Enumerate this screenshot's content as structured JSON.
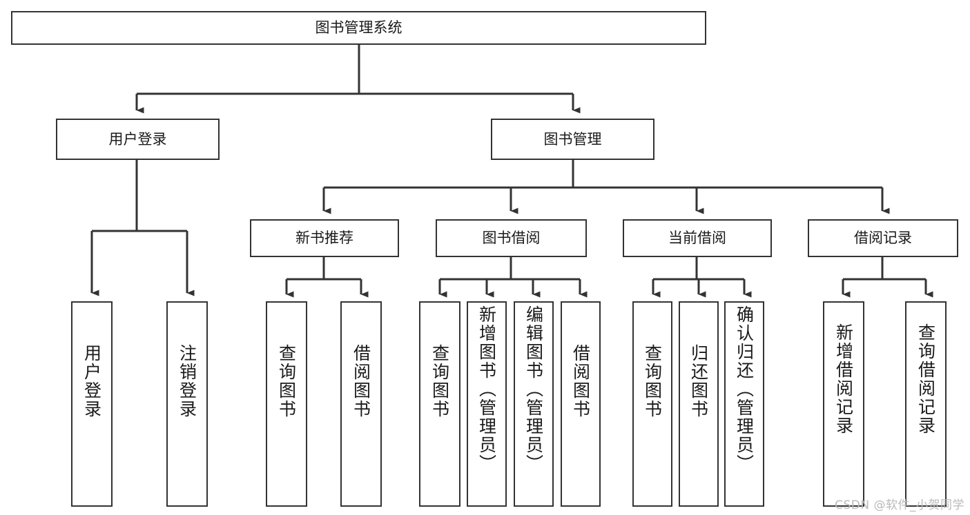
{
  "diagram": {
    "type": "tree-hierarchy",
    "title": "图书管理系统",
    "watermark": "CSDN @软件_小贺同学",
    "colors": {
      "box_border": "#333333",
      "box_fill": "#ffffff",
      "connector": "#333333",
      "text": "#1a1a1a",
      "watermark": "#b9b9b9"
    },
    "levels": {
      "root": {
        "label": "图书管理系统"
      },
      "level2": [
        {
          "label": "用户登录"
        },
        {
          "label": "图书管理"
        }
      ],
      "level3": [
        {
          "label": "新书推荐"
        },
        {
          "label": "图书借阅"
        },
        {
          "label": "当前借阅"
        },
        {
          "label": "借阅记录"
        }
      ],
      "leaves": {
        "user_login": [
          {
            "label": "用户登录"
          },
          {
            "label": "注销登录"
          }
        ],
        "new_book": [
          {
            "label": "查询图书"
          },
          {
            "label": "借阅图书"
          }
        ],
        "book_borrow": [
          {
            "label": "查询图书"
          },
          {
            "label": "新增图书（管理员）"
          },
          {
            "label": "编辑图书（管理员）"
          },
          {
            "label": "借阅图书"
          }
        ],
        "current_borrow": [
          {
            "label": "查询图书"
          },
          {
            "label": "归还图书"
          },
          {
            "label": "确认归还（管理员）"
          }
        ],
        "borrow_record": [
          {
            "label": "新增借阅记录"
          },
          {
            "label": "查询借阅记录"
          }
        ]
      }
    }
  }
}
